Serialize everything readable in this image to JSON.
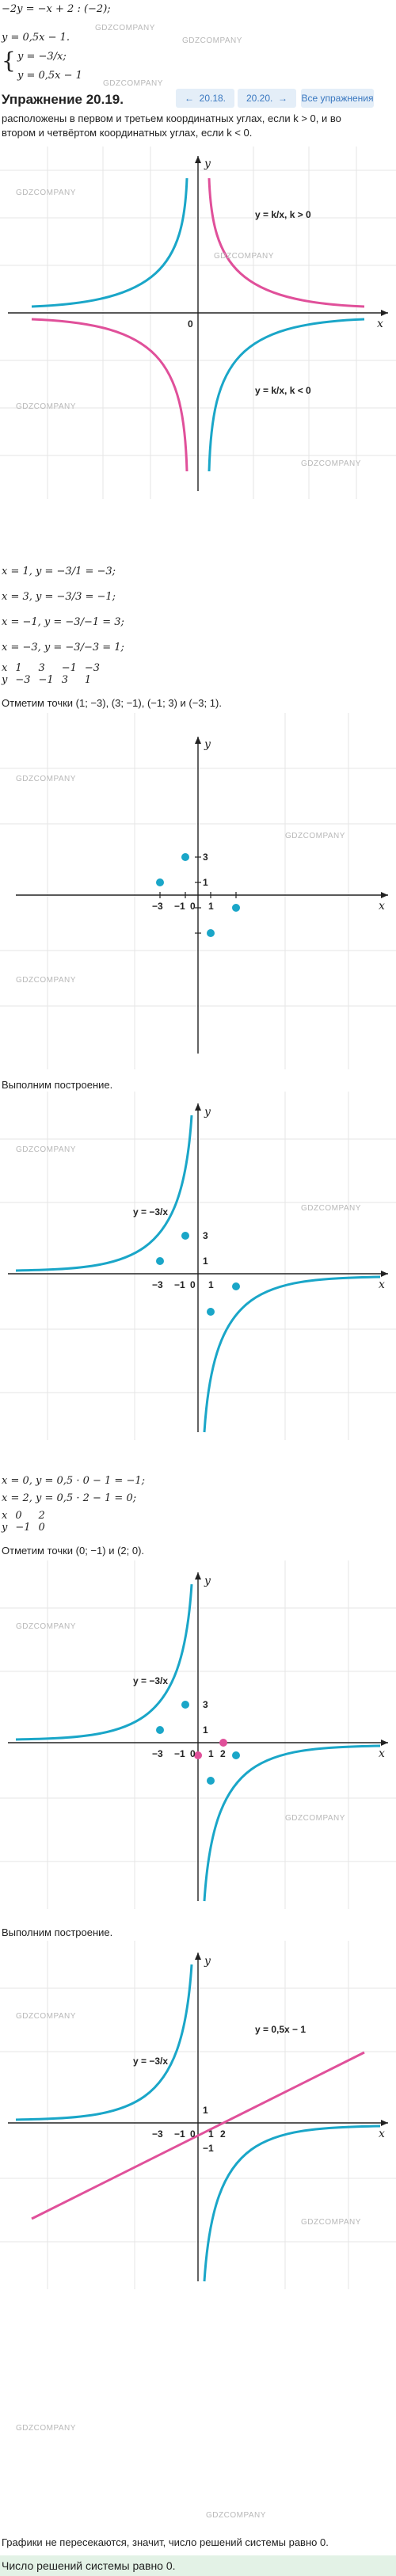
{
  "top": {
    "line1": "−2y = −x + 2 : (−2);",
    "line2": "y = 0,5x − 1.",
    "system_a": "y = −3/x;",
    "system_b": "y = 0,5x − 1"
  },
  "exercise": {
    "title": "Упражнение 20.19.",
    "prev_label": "20.18.",
    "next_label": "20.20.",
    "all_label": "Все упражнения"
  },
  "intro": {
    "line1": "расположены в первом и третьем координатных углах, если k > 0, и во",
    "line2": "втором и четвёртом координатных углах, если k < 0."
  },
  "graph1": {
    "label_pos": "y = k/x, k > 0",
    "label_neg": "y = k/x, k < 0",
    "origin": "0",
    "x_axis": "x",
    "y_axis": "y"
  },
  "calc": {
    "r1": "x = 1, y = −3/1 = −3;",
    "r2": "x = 3, y = −3/3 = −1;",
    "r3": "x = −1, y = −3/−1 = 3;",
    "r4": "x = −3, y = −3/−3 = 1;"
  },
  "table1": {
    "x_row": [
      "x",
      "1",
      "3",
      "−1",
      "−3"
    ],
    "y_row": [
      "y",
      "−3",
      "−1",
      "3",
      "1"
    ]
  },
  "mark_points_1": "Отметим точки (1; −3), (3; −1), (−1; 3) и (−3; 1).",
  "build_1": "Выполним построение.",
  "graph3": {
    "label": "y = −3/x"
  },
  "calc2": {
    "r1": "x = 0, y = 0,5 · 0 − 1 = −1;",
    "r2": "x = 2, y = 0,5 · 2 − 1 = 0;"
  },
  "table2": {
    "x_row": [
      "x",
      "0",
      "2"
    ],
    "y_row": [
      "y",
      "−1",
      "0"
    ]
  },
  "mark_points_2": "Отметим точки (0; −1) и (2; 0).",
  "build_2": "Выполним построение.",
  "graph5": {
    "label_hyp": "y = −3/x",
    "label_line": "y = 0,5x − 1"
  },
  "ticks": {
    "m3": "−3",
    "m1": "−1",
    "zero": "0",
    "one": "1",
    "two": "2",
    "three": "3",
    "pos1": "1",
    "neg1": "−1",
    "x": "x",
    "y": "y"
  },
  "conclusion": "Графики не пересекаются, значит, число решений системы равно 0.",
  "answer": "Число решений системы равно 0.",
  "watermark": "GDZCOMPANY",
  "colors": {
    "curve": "#1aa6c8",
    "line": "#e0509a",
    "answer_bg": "#e3f2e6",
    "nav_bg": "#e4eef8"
  }
}
